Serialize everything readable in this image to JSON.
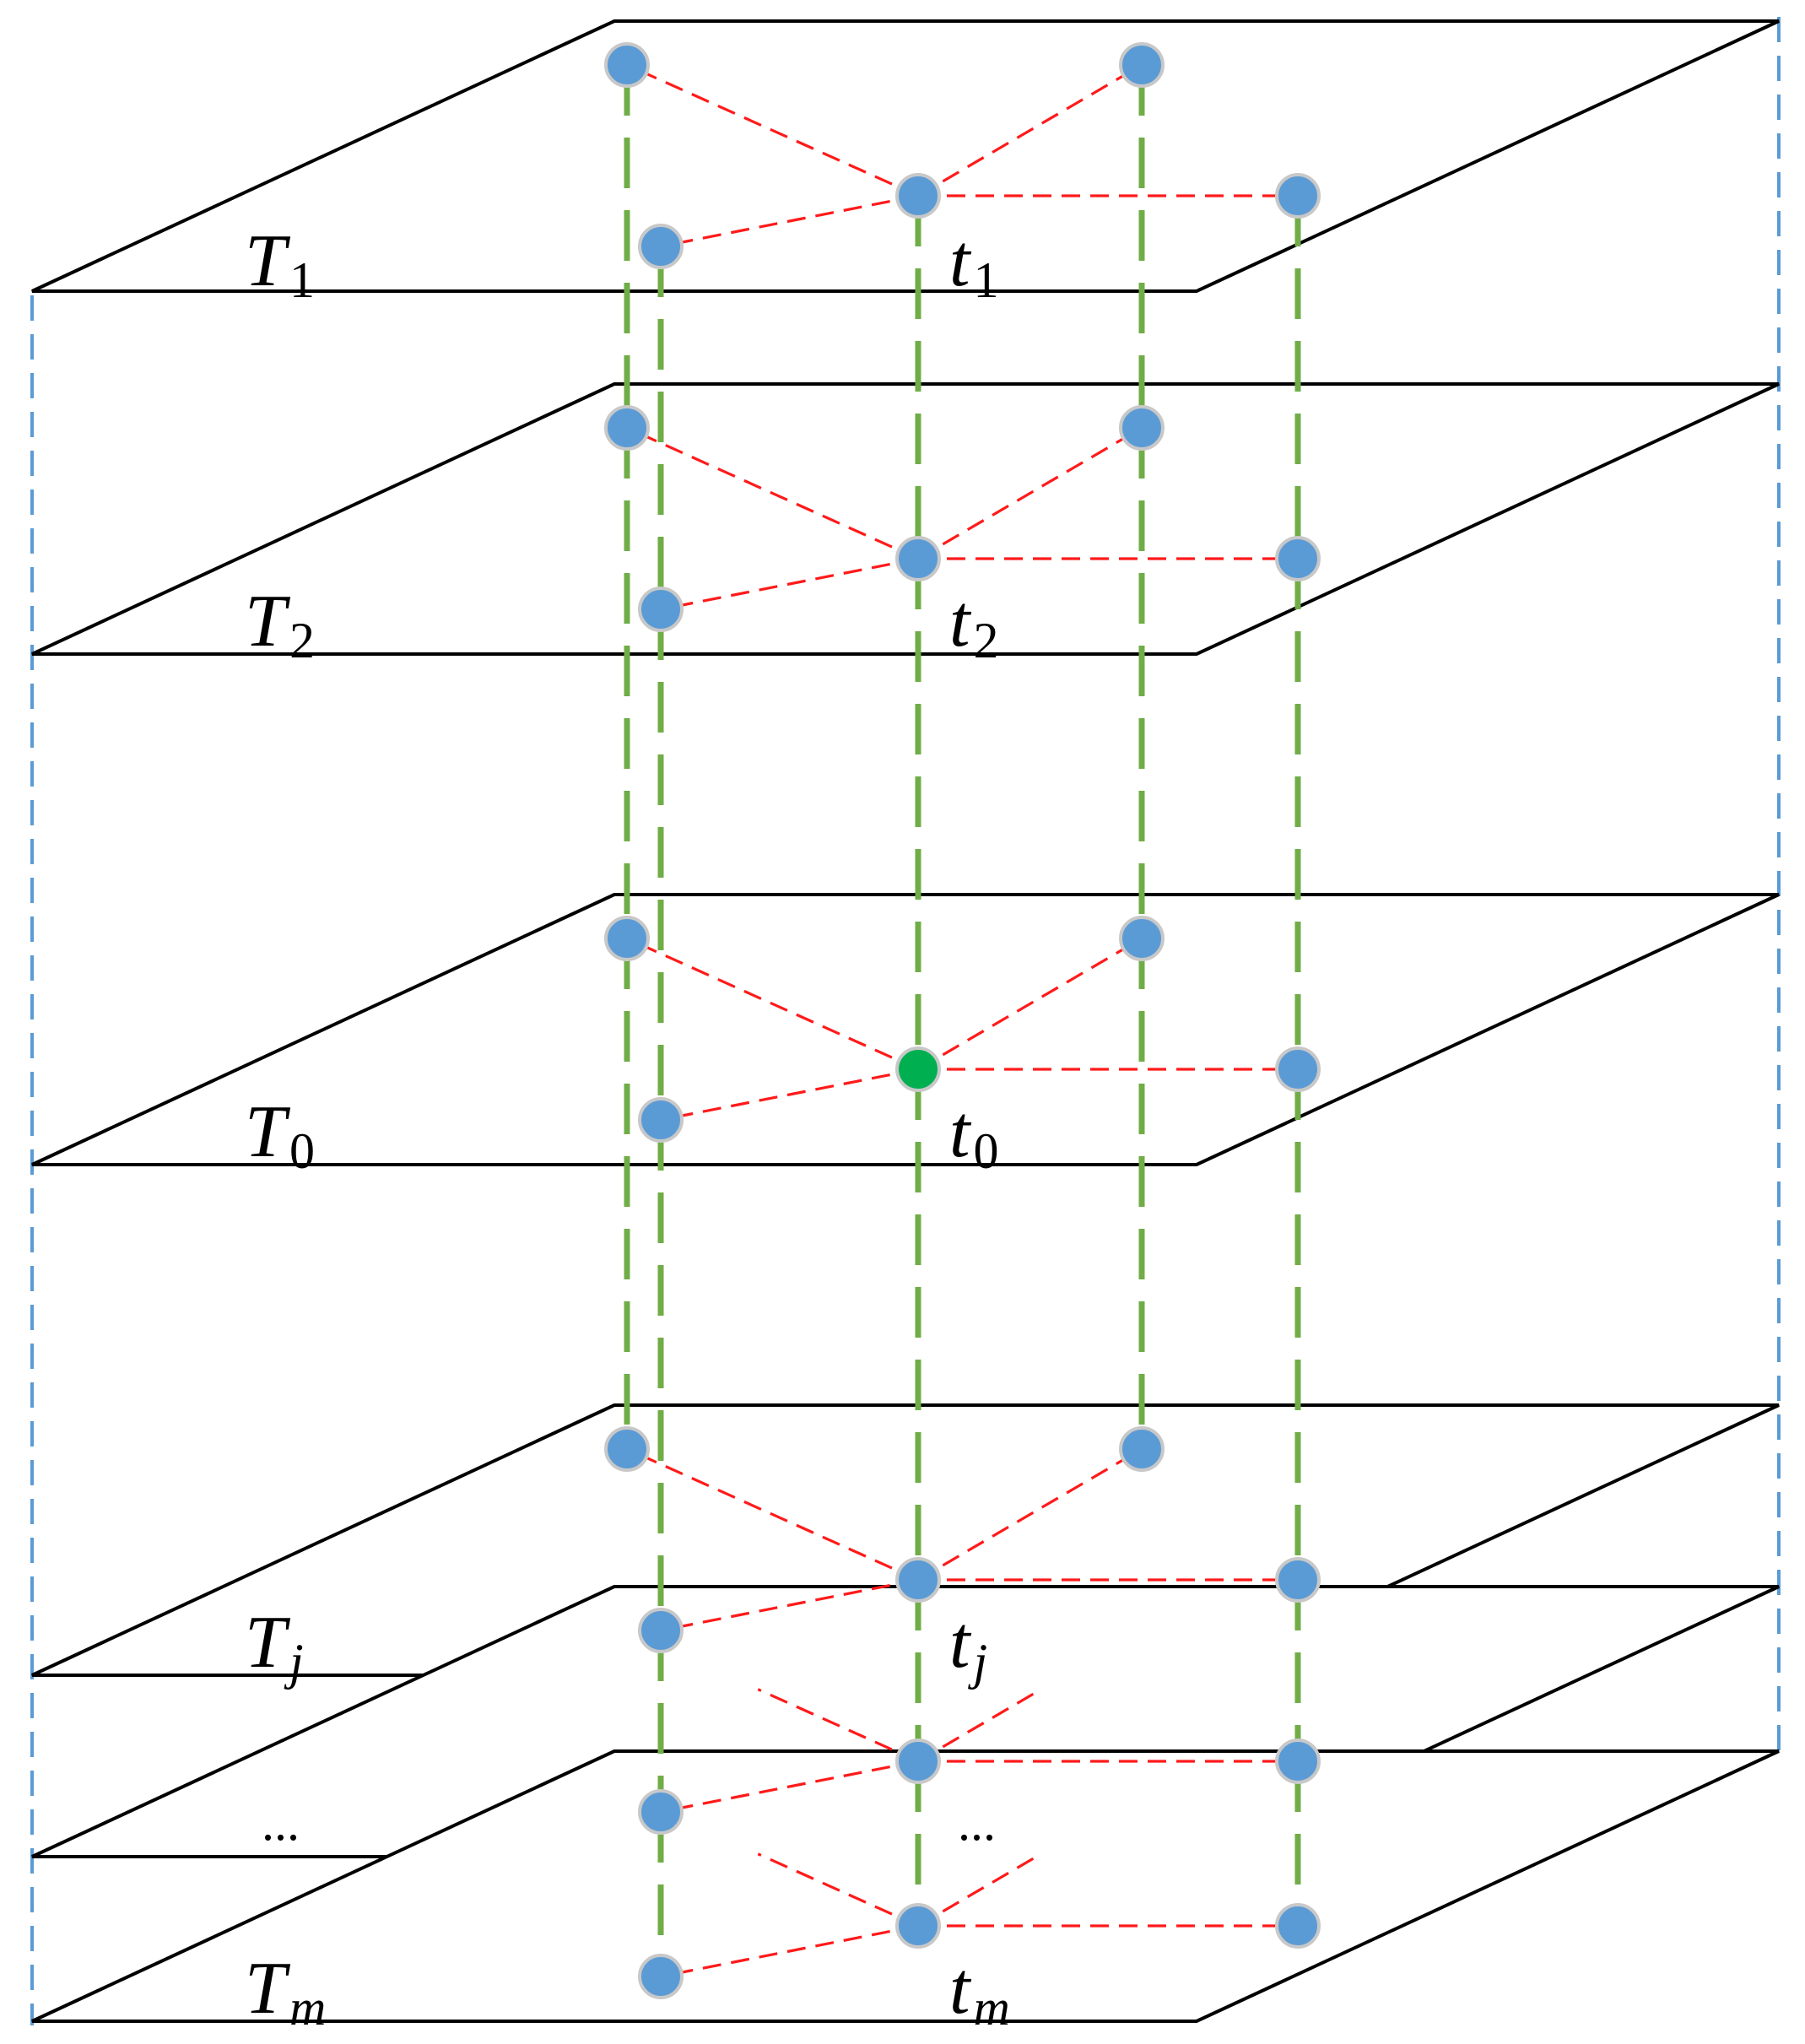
{
  "layers": [
    {
      "name": "T1",
      "base": "T",
      "sub": "1",
      "node_base": "t",
      "node_sub": "1",
      "sub_italic": false,
      "role": "regular"
    },
    {
      "name": "T2",
      "base": "T",
      "sub": "2",
      "node_base": "t",
      "node_sub": "2",
      "sub_italic": false,
      "role": "regular"
    },
    {
      "name": "T0",
      "base": "T",
      "sub": "0",
      "node_base": "t",
      "node_sub": "0",
      "sub_italic": false,
      "role": "center"
    },
    {
      "name": "Tj",
      "base": "T",
      "sub": "j",
      "node_base": "t",
      "node_sub": "j",
      "sub_italic": true,
      "role": "regular"
    },
    {
      "name": "ellipsis",
      "base": "...",
      "sub": "",
      "node_base": "...",
      "node_sub": "",
      "sub_italic": false,
      "role": "ellipsis"
    },
    {
      "name": "Tm",
      "base": "T",
      "sub": "m",
      "node_base": "t",
      "node_sub": "m",
      "sub_italic": true,
      "role": "regular"
    }
  ],
  "colors": {
    "plane_stroke": "#000000",
    "node_fill": "#5b9bd5",
    "center_node_fill": "#00b050",
    "edge_color": "#ff1a1a",
    "vertical_link_color": "#70ad47",
    "boundary_color": "#5b9bd5"
  }
}
